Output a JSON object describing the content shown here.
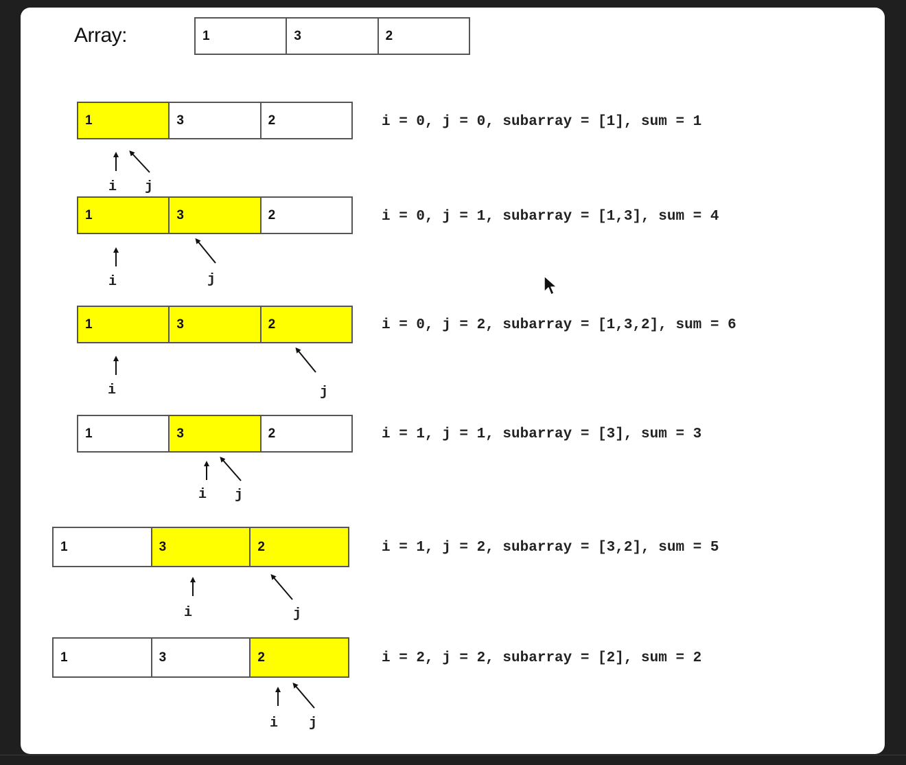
{
  "array": {
    "label": "Array:",
    "values": [
      "1",
      "3",
      "2"
    ]
  },
  "steps": [
    {
      "cells": [
        "1",
        "3",
        "2"
      ],
      "highlight": [
        true,
        false,
        false
      ],
      "caption": "i = 0, j = 0, subarray = [1], sum = 1",
      "i_label": "i",
      "j_label": "j"
    },
    {
      "cells": [
        "1",
        "3",
        "2"
      ],
      "highlight": [
        true,
        true,
        false
      ],
      "caption": "i = 0, j = 1, subarray = [1,3], sum = 4",
      "i_label": "i",
      "j_label": "j"
    },
    {
      "cells": [
        "1",
        "3",
        "2"
      ],
      "highlight": [
        true,
        true,
        true
      ],
      "caption": "i = 0, j = 2, subarray = [1,3,2], sum = 6",
      "i_label": "i",
      "j_label": "j"
    },
    {
      "cells": [
        "1",
        "3",
        "2"
      ],
      "highlight": [
        false,
        true,
        false
      ],
      "caption": "i = 1, j = 1, subarray = [3], sum = 3",
      "i_label": "i",
      "j_label": "j"
    },
    {
      "cells": [
        "1",
        "3",
        "2"
      ],
      "highlight": [
        false,
        true,
        true
      ],
      "caption": "i = 1, j = 2, subarray = [3,2], sum = 5",
      "i_label": "i",
      "j_label": "j"
    },
    {
      "cells": [
        "1",
        "3",
        "2"
      ],
      "highlight": [
        false,
        false,
        true
      ],
      "caption": "i = 2, j = 2, subarray = [2], sum = 2",
      "i_label": "i",
      "j_label": "j"
    }
  ],
  "colors": {
    "highlight": "#ffff00",
    "background": "#1f1f1f",
    "card": "#ffffff"
  }
}
